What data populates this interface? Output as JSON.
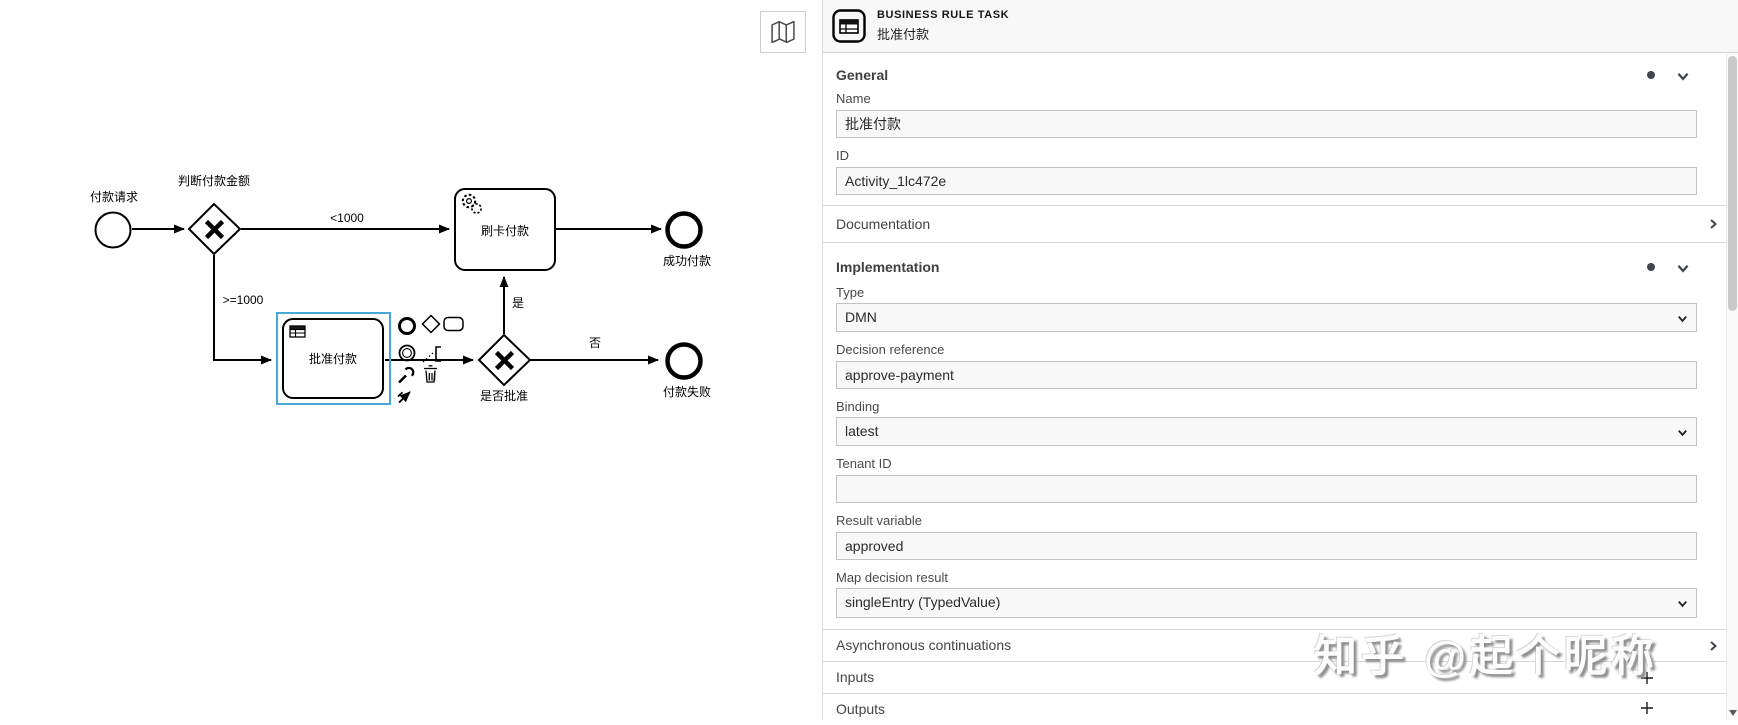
{
  "diagram": {
    "start_event_label": "付款请求",
    "gateway_amount_label": "判断付款金额",
    "flow_lt_label": "<1000",
    "flow_gte_label": ">=1000",
    "service_task_label": "刷卡付款",
    "end_success_label": "成功付款",
    "business_rule_task_label": "批准付款",
    "gateway_approve_label": "是否批准",
    "flow_yes_label": "是",
    "flow_no_label": "否",
    "end_fail_label": "付款失败"
  },
  "panel": {
    "header": {
      "icon": "business-rule-task-icon",
      "element_type": "BUSINESS RULE TASK",
      "element_name": "批准付款"
    },
    "sections": {
      "general": {
        "title": "General",
        "fields": {
          "name": {
            "label": "Name",
            "value": "批准付款"
          },
          "id": {
            "label": "ID",
            "value": "Activity_1lc472e"
          }
        }
      },
      "documentation": {
        "title": "Documentation"
      },
      "implementation": {
        "title": "Implementation",
        "fields": {
          "type": {
            "label": "Type",
            "value": "DMN"
          },
          "decision_reference": {
            "label": "Decision reference",
            "value": "approve-payment"
          },
          "binding": {
            "label": "Binding",
            "value": "latest"
          },
          "tenant_id": {
            "label": "Tenant ID",
            "value": ""
          },
          "result_variable": {
            "label": "Result variable",
            "value": "approved"
          },
          "map_decision_result": {
            "label": "Map decision result",
            "value": "singleEntry (TypedValue)"
          }
        }
      },
      "asynchronous_continuations": {
        "title": "Asynchronous continuations"
      },
      "inputs": {
        "title": "Inputs"
      },
      "outputs": {
        "title": "Outputs"
      }
    }
  },
  "watermark": {
    "text": "知乎 @起个昵称"
  },
  "colors": {
    "selection_outline": "#47a7d8",
    "panel_header_bg": "#f8f8f8",
    "input_bg": "#f8f8f8",
    "divider": "#d8d8d8",
    "icon": "#3f4650",
    "diagram_stroke": "#000000"
  }
}
